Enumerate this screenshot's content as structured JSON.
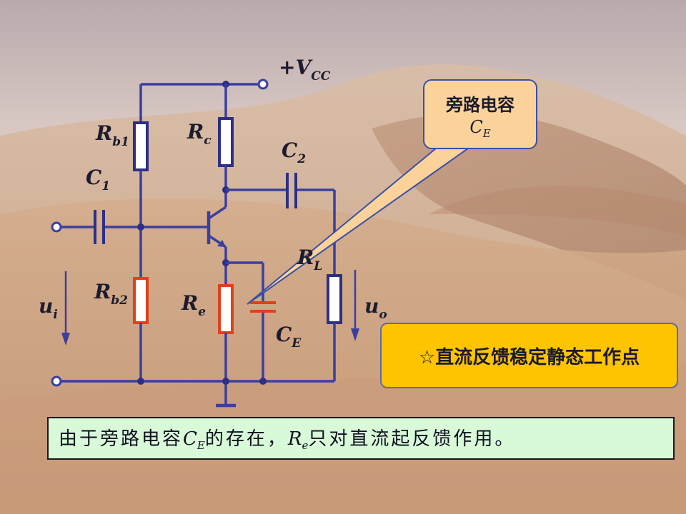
{
  "callout": {
    "title": "旁路电容",
    "symbol": "C",
    "symbol_sub": "E"
  },
  "feature": {
    "text": "☆直流反馈稳定静态工作点"
  },
  "caption": {
    "part1": "由于旁路电容",
    "sym1": "C",
    "sym1_sub": "E",
    "part2": "的存在，",
    "sym2": "R",
    "sym2_sub": "e",
    "part3": "只对直流起反馈作用。"
  },
  "circuit": {
    "vcc": "+V",
    "vcc_sub": "CC",
    "rb1": "R",
    "rb1_sub": "b1",
    "rc": "R",
    "rc_sub": "c",
    "c1": "C",
    "c1_sub": "1",
    "c2": "C",
    "c2_sub": "2",
    "rl": "R",
    "rl_sub": "L",
    "rb2": "R",
    "rb2_sub": "b2",
    "re": "R",
    "re_sub": "e",
    "ce": "C",
    "ce_sub": "E",
    "ui": "u",
    "ui_sub": "i",
    "uo": "u",
    "uo_sub": "o"
  }
}
